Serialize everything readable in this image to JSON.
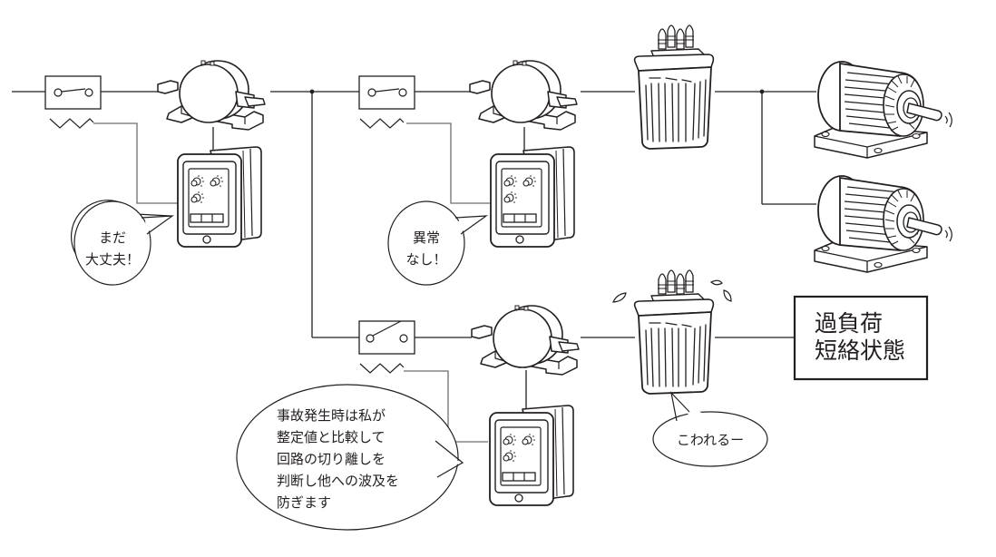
{
  "diagram": {
    "subject": "Protective relay coordination in a power distribution circuit",
    "colors": {
      "ink": "#231f20",
      "control_wire": "#6d6e71",
      "background": "#ffffff"
    },
    "components": {
      "breakers": [
        {
          "id": "breaker-1",
          "state": "closed"
        },
        {
          "id": "breaker-2",
          "state": "closed"
        },
        {
          "id": "breaker-3",
          "state": "open"
        }
      ],
      "current_transformers": [
        "ct-1",
        "ct-2",
        "ct-3"
      ],
      "relays": [
        "relay-1",
        "relay-2",
        "relay-3"
      ],
      "transformers": [
        {
          "id": "transformer-1",
          "condition": "normal"
        },
        {
          "id": "transformer-2",
          "condition": "sweating"
        }
      ],
      "motors": [
        "motor-1",
        "motor-2"
      ]
    },
    "bubbles": {
      "relay1": {
        "lines": [
          "まだ",
          "大丈夫！"
        ]
      },
      "relay2": {
        "lines": [
          "異常",
          "なし！"
        ]
      },
      "relay3": {
        "lines": [
          "事故発生時は私が",
          "整定値と比較して",
          "回路の切り離しを",
          "判断し他への波及を",
          "防ぎます"
        ]
      },
      "transformer2": {
        "lines": [
          "こわれるー"
        ]
      }
    },
    "fault_box": {
      "lines": [
        "過負荷",
        "短絡状態"
      ]
    }
  }
}
